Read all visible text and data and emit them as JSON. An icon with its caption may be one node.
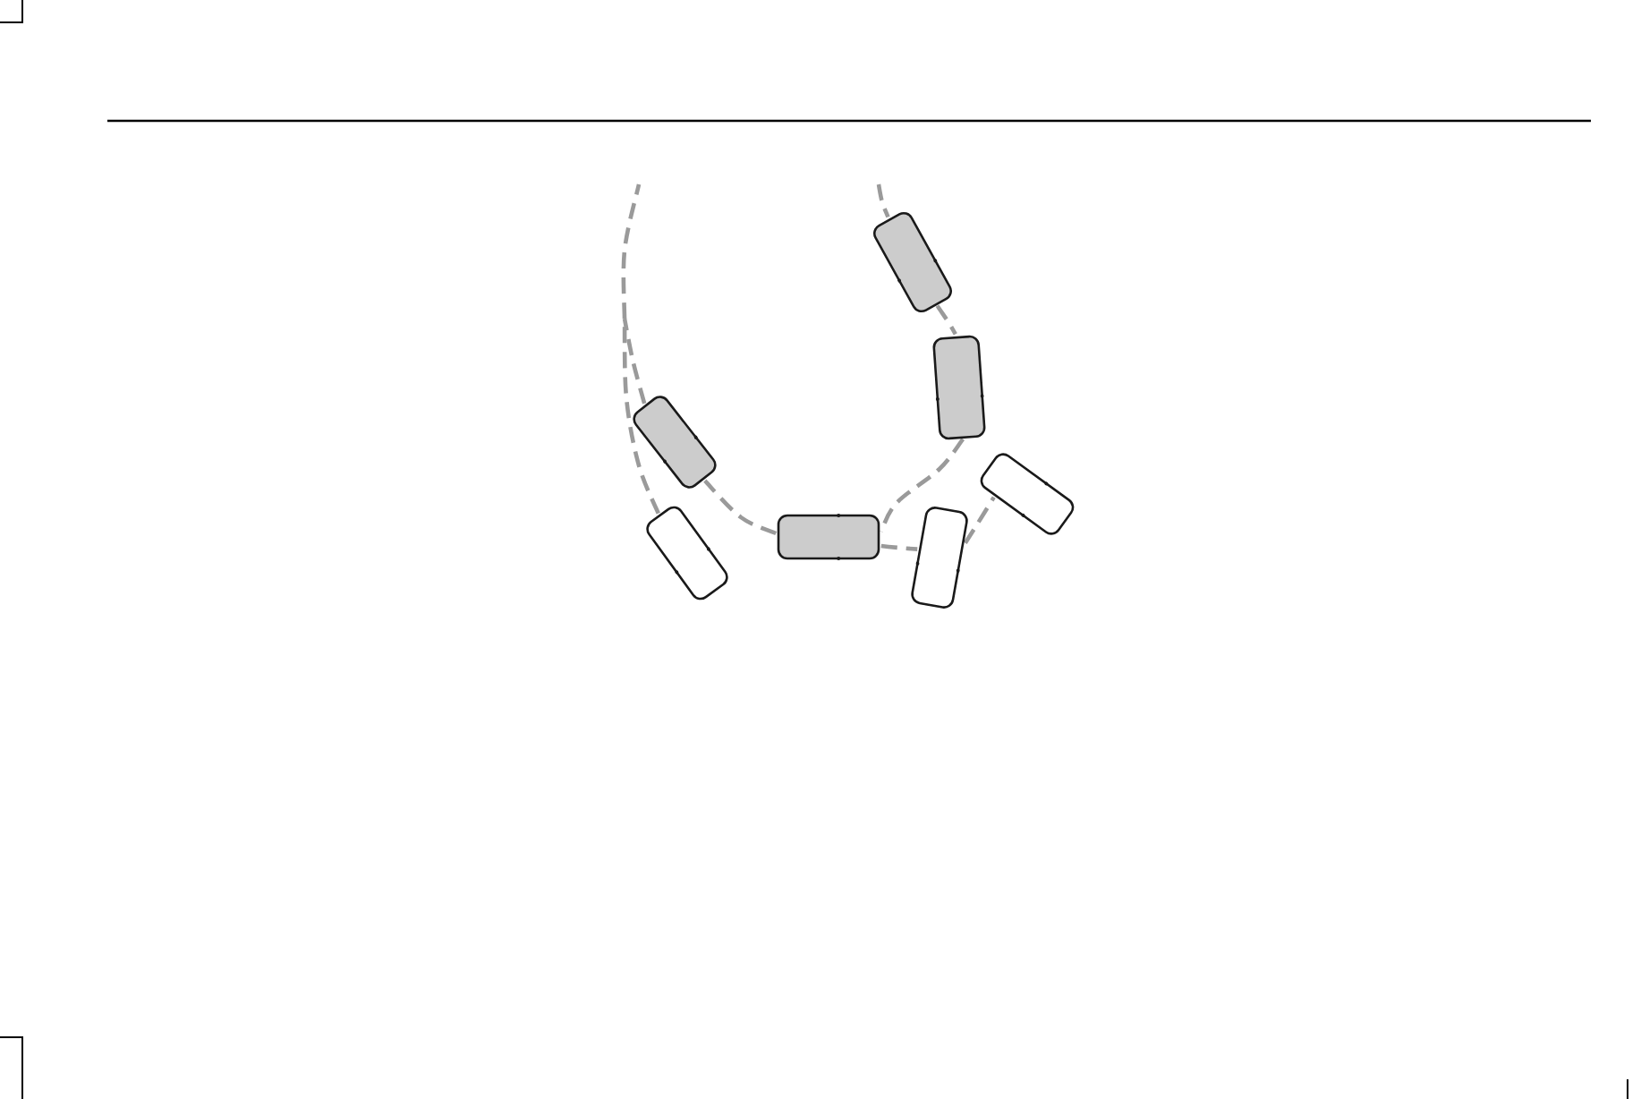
{
  "diagram": {
    "nodes": [
      {
        "text": [],
        "shape": "car"
      },
      {
        "text": [],
        "shape": "car"
      },
      {
        "text": [],
        "shape": "car"
      },
      {
        "text": [],
        "shape": "car"
      },
      {
        "text": [],
        "shape": "car"
      },
      {
        "text": [],
        "shape": "car"
      },
      {
        "text": [],
        "shape": "car"
      }
    ],
    "edges": [
      {
        "from": null,
        "to": 0,
        "arrow": "none",
        "style": "dashed"
      },
      {
        "from": 0,
        "to": 1,
        "arrow": "none",
        "style": "dashed"
      },
      {
        "from": 1,
        "to": 4,
        "arrow": "none",
        "style": "dashed"
      },
      {
        "from": 4,
        "to": 2,
        "arrow": "none",
        "style": "dashed"
      },
      {
        "from": 2,
        "to": null,
        "arrow": "none",
        "style": "dashed"
      },
      {
        "from": 5,
        "to": null,
        "arrow": "none",
        "style": "dashed"
      },
      {
        "from": 4,
        "to": 6,
        "arrow": "none",
        "style": "dashed"
      },
      {
        "from": 6,
        "to": 3,
        "arrow": "none",
        "style": "dashed"
      }
    ]
  }
}
